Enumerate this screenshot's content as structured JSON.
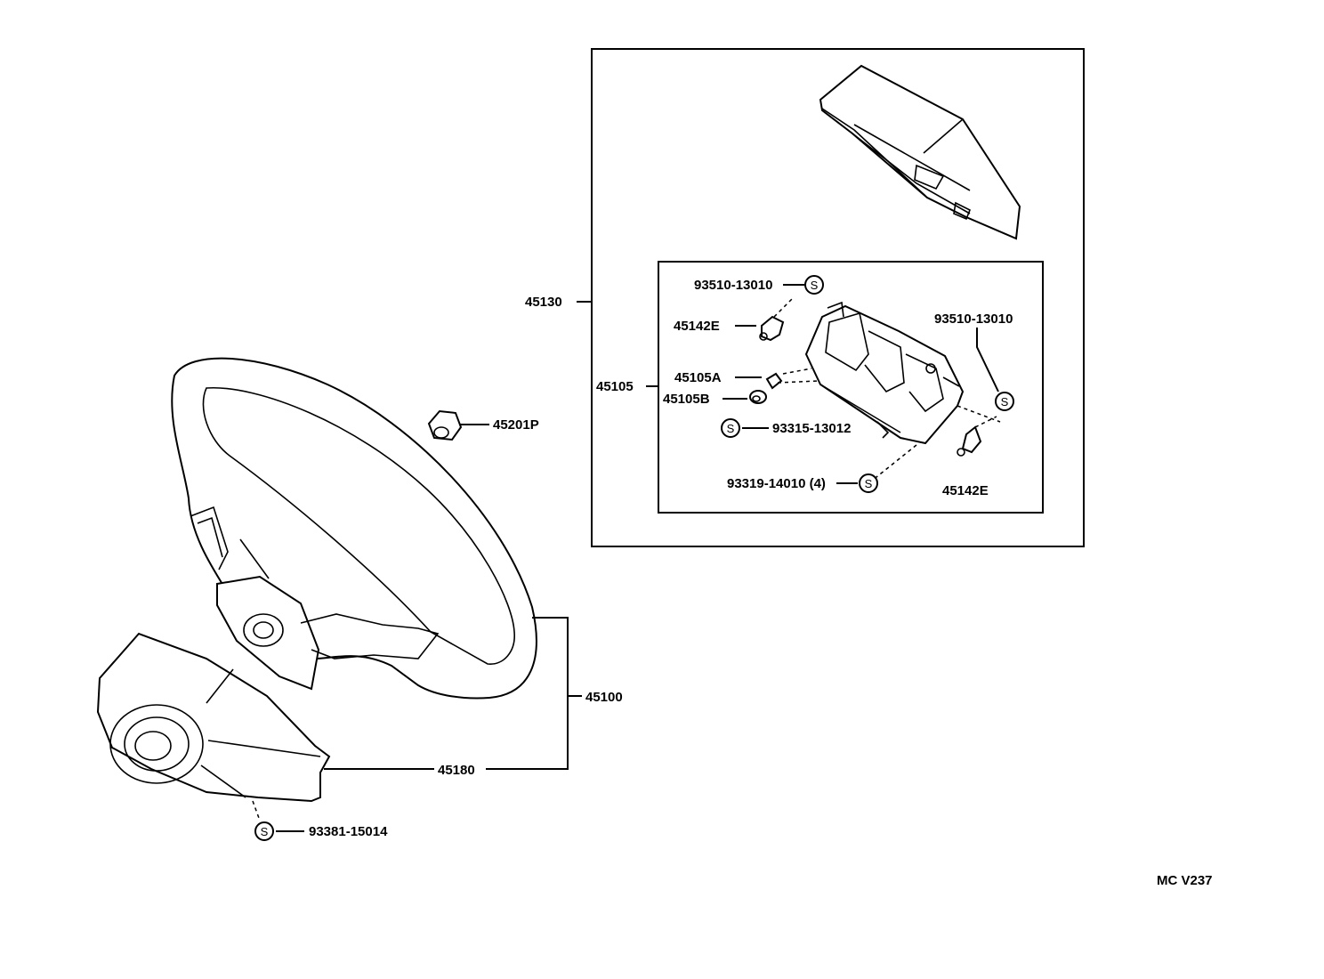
{
  "labels": {
    "l45130": "45130",
    "l45105": "45105",
    "l93510a": "93510-13010",
    "l45142e_top": "45142E",
    "l45105a": "45105A",
    "l45105b": "45105B",
    "l93315": "93315-13012",
    "l93319": "93319-14010 (4)",
    "l93510b": "93510-13010",
    "l45142e_bot": "45142E",
    "l45201p": "45201P",
    "l45100": "45100",
    "l45180": "45180",
    "l93381": "93381-15014",
    "code": "MC  V237"
  },
  "symbol": {
    "standard": "S"
  }
}
